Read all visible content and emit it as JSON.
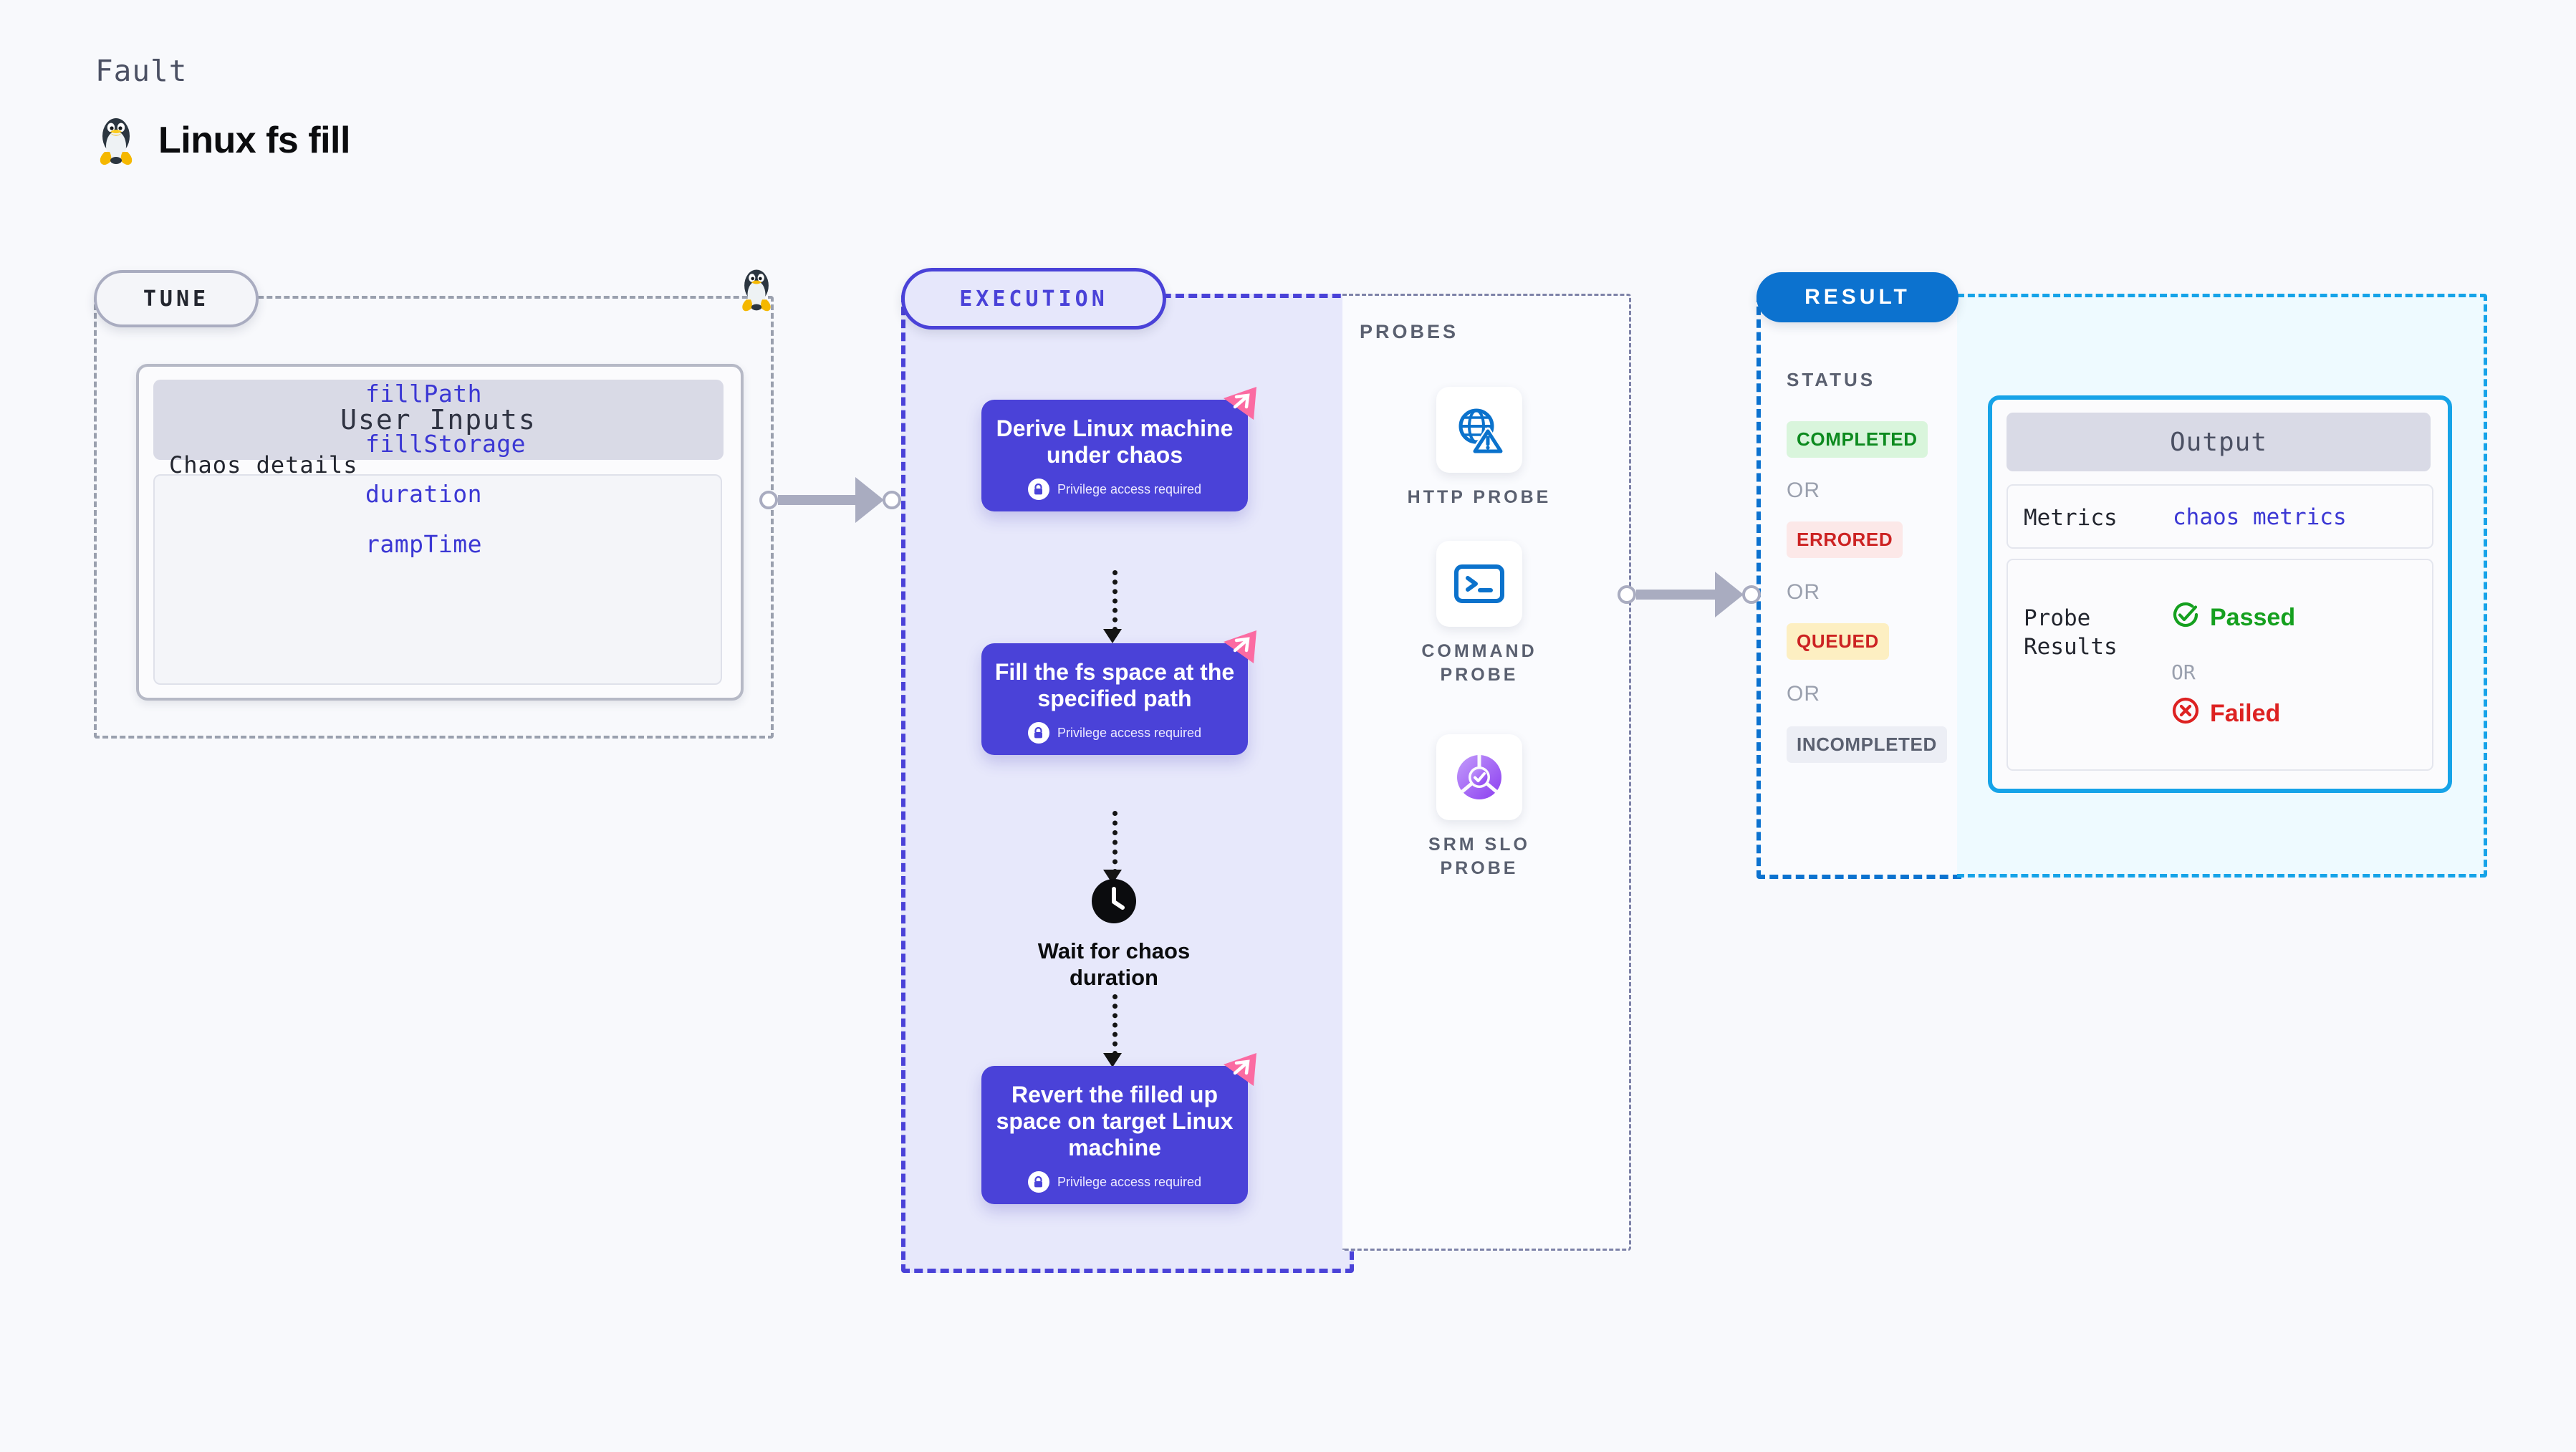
{
  "header": {
    "eyebrow": "Fault",
    "title": "Linux fs fill",
    "icon": "linux-penguin-icon"
  },
  "sections": {
    "tune": {
      "pill": "TUNE"
    },
    "execution": {
      "pill": "EXECUTION"
    },
    "probes": {
      "title": "PROBES"
    },
    "result": {
      "pill": "RESULT",
      "status_title": "STATUS"
    },
    "output": {
      "title": "Output"
    }
  },
  "tune": {
    "card_title": "User Inputs",
    "group_label": "Chaos details",
    "params": [
      "fillPath",
      "fillStorage",
      "duration",
      "rampTime"
    ]
  },
  "execution": {
    "privilege_note": "Privilege access required",
    "nodes": [
      {
        "title": "Derive Linux machine under chaos",
        "privileged": true,
        "badge": "harness-chaos-badge"
      },
      {
        "title": "Fill the fs space at the specified path",
        "privileged": true,
        "badge": "harness-chaos-badge"
      },
      {
        "title": "Revert the filled up space on target Linux machine",
        "privileged": true,
        "badge": "harness-chaos-badge"
      }
    ],
    "wait_step": {
      "label": "Wait for chaos duration",
      "icon": "clock-icon"
    }
  },
  "probes": [
    {
      "label": "HTTP PROBE",
      "icon": "globe-warning-icon",
      "color": "#0b72cc"
    },
    {
      "label": "COMMAND PROBE",
      "icon": "terminal-icon",
      "color": "#0b72cc"
    },
    {
      "label": "SRM SLO PROBE",
      "icon": "slo-donut-check-icon",
      "color": "#8b3df0"
    }
  ],
  "result": {
    "statuses": [
      {
        "label": "COMPLETED",
        "bg": "#d9f5dc",
        "fg": "#0d8a1f"
      },
      {
        "label": "ERRORED",
        "bg": "#fce8e8",
        "fg": "#cc2222"
      },
      {
        "label": "QUEUED",
        "bg": "#fdefc2",
        "fg": "#cc2222"
      },
      {
        "label": "INCOMPLETED",
        "bg": "#eceef5",
        "fg": "#5a6070"
      }
    ],
    "or_label": "OR"
  },
  "output": {
    "rows": {
      "metrics_label": "Metrics",
      "metrics_value": "chaos metrics",
      "probe_results_label": "Probe Results",
      "passed_label": "Passed",
      "or_label": "OR",
      "failed_label": "Failed"
    }
  },
  "colors": {
    "purple": "#4a42d8",
    "blue": "#0c72cf",
    "cyan": "#16a3e8",
    "pink": "#fb6ba2",
    "gray_border": "#a9acc0"
  }
}
